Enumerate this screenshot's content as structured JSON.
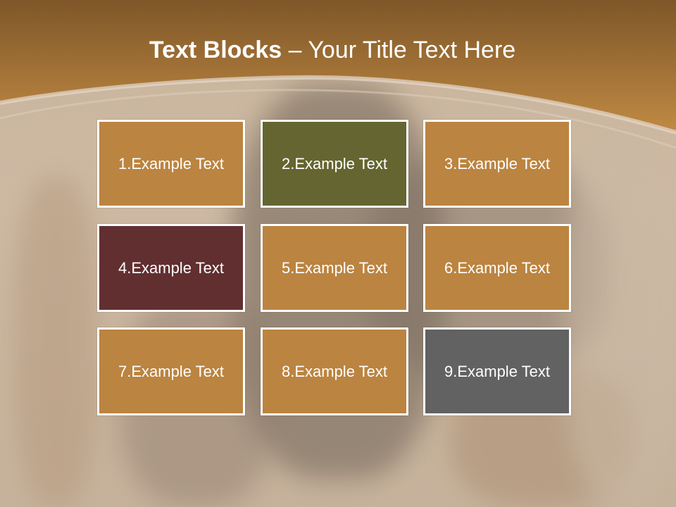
{
  "slide": {
    "title_bold": "Text Blocks",
    "title_dash": " – ",
    "title_rest": "Your Title Text Here"
  },
  "colors": {
    "band_top": "#7e5628",
    "band_bottom": "#c08a43",
    "block_orange": "#bb8440",
    "block_olive": "#646530",
    "block_maroon": "#622f31",
    "block_gray": "#626262"
  },
  "blocks": [
    {
      "label": "1.Example Text",
      "color": "#bb8440"
    },
    {
      "label": "2.Example Text",
      "color": "#646530"
    },
    {
      "label": "3.Example Text",
      "color": "#bb8440"
    },
    {
      "label": "4.Example Text",
      "color": "#622f31"
    },
    {
      "label": "5.Example Text",
      "color": "#bb8440"
    },
    {
      "label": "6.Example Text",
      "color": "#bb8440"
    },
    {
      "label": "7.Example Text",
      "color": "#bb8440"
    },
    {
      "label": "8.Example Text",
      "color": "#bb8440"
    },
    {
      "label": "9.Example Text",
      "color": "#626262"
    }
  ]
}
